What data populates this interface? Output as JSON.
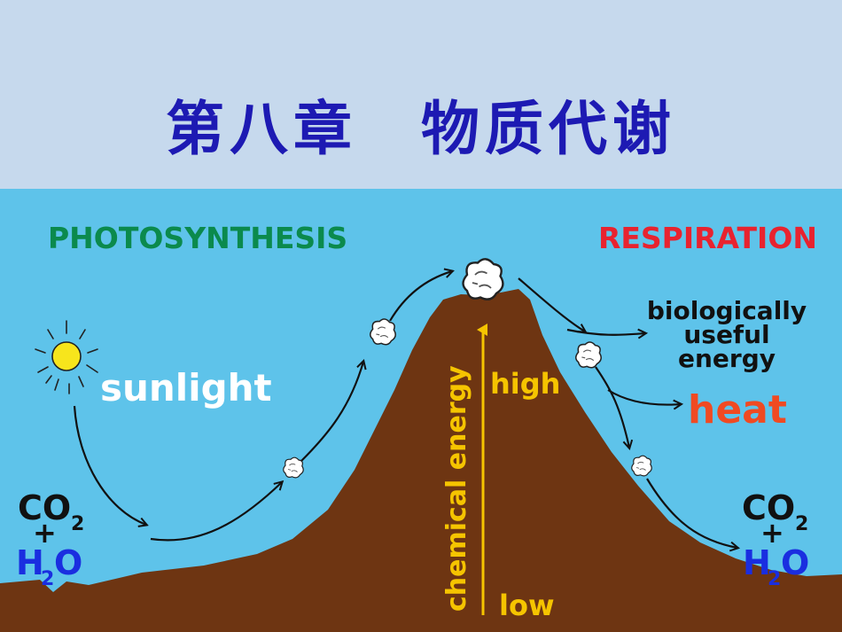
{
  "title": "第八章　物质代谢",
  "labels": {
    "photosynthesis": "PHOTOSYNTHESIS",
    "respiration": "RESPIRATION",
    "sunlight": "sunlight",
    "chemical_energy": "chemical energy",
    "high": "high",
    "low": "low",
    "useful_line1": "biologically",
    "useful_line2": "useful",
    "useful_line3": "energy",
    "heat": "heat",
    "left_co": "CO",
    "left_co_sub": "2",
    "left_plus": "+",
    "left_h": "H",
    "left_h_sub": "2",
    "left_o": "O",
    "right_co": "CO",
    "right_co_sub": "2",
    "right_plus": "+",
    "right_h": "H",
    "right_h_sub": "2",
    "right_o": "O"
  },
  "colors": {
    "header_bg": "#c6d9ed",
    "title": "#1d1ab3",
    "sky": "#5ec3ea",
    "mountain": "#6e3512",
    "photosynthesis": "#0b8a4d",
    "respiration": "#e8232f",
    "heat": "#f04a22",
    "energy_axis": "#f5c400",
    "water": "#1a2ee0",
    "sun": "#f7e51c"
  },
  "icons": [
    "sun-icon",
    "sugar-molecule-icon",
    "flow-arrow-icon",
    "energy-axis-arrow-icon"
  ]
}
